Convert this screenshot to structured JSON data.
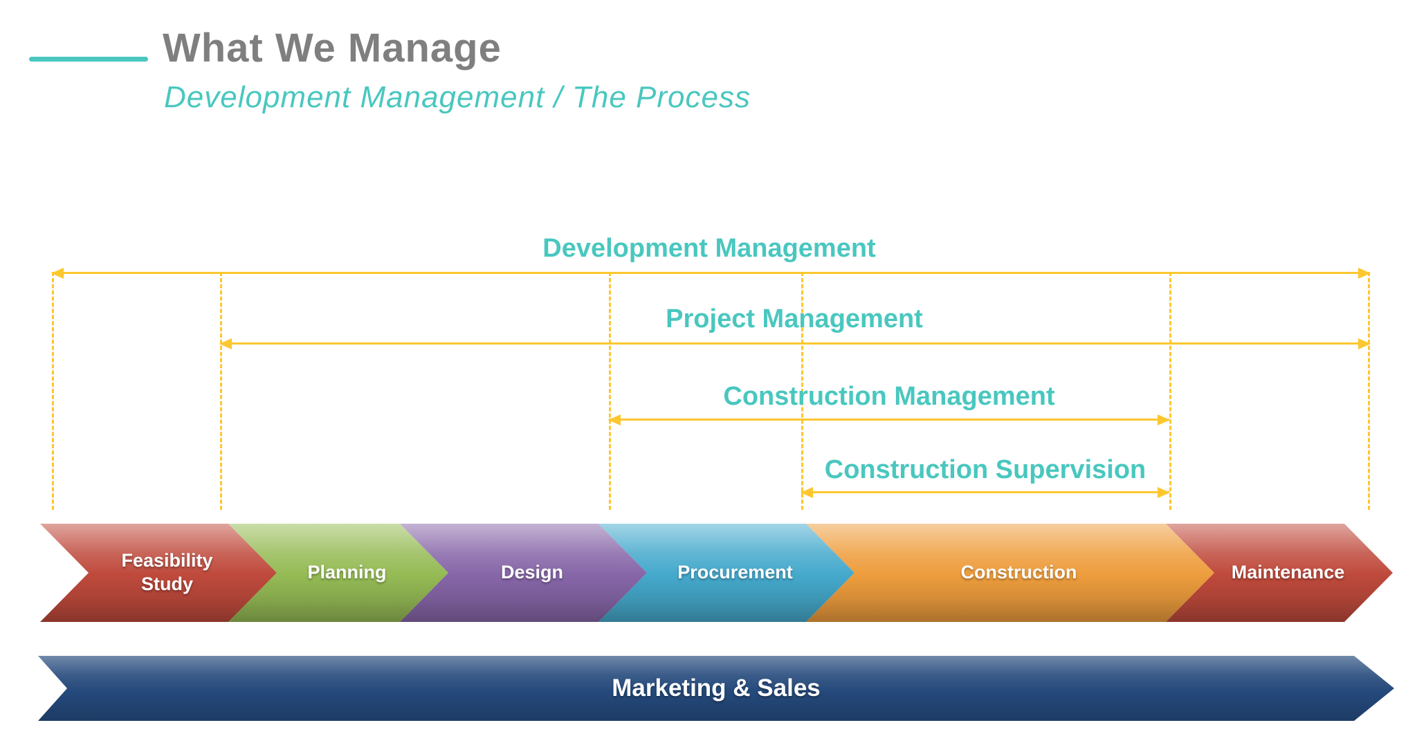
{
  "header": {
    "title": "What We Manage",
    "subtitle": "Development Management / The Process"
  },
  "spans": [
    {
      "label": "Development Management"
    },
    {
      "label": "Project Management"
    },
    {
      "label": "Construction Management"
    },
    {
      "label": "Construction Supervision"
    }
  ],
  "phases": [
    {
      "label": "Feasibility Study",
      "color": "#bf4a3c"
    },
    {
      "label": "Planning",
      "color": "#95bb55"
    },
    {
      "label": "Design",
      "color": "#8766a8"
    },
    {
      "label": "Procurement",
      "color": "#45a9cc"
    },
    {
      "label": "Construction",
      "color": "#ee9d3d"
    },
    {
      "label": "Maintenance",
      "color": "#bf4a3c"
    }
  ],
  "banner": {
    "label": "Marketing & Sales",
    "color": "#24497b"
  },
  "colors": {
    "accent_teal": "#49c7bf",
    "arrow_yellow": "#fcc72f",
    "title_gray": "#7f7f7f"
  }
}
